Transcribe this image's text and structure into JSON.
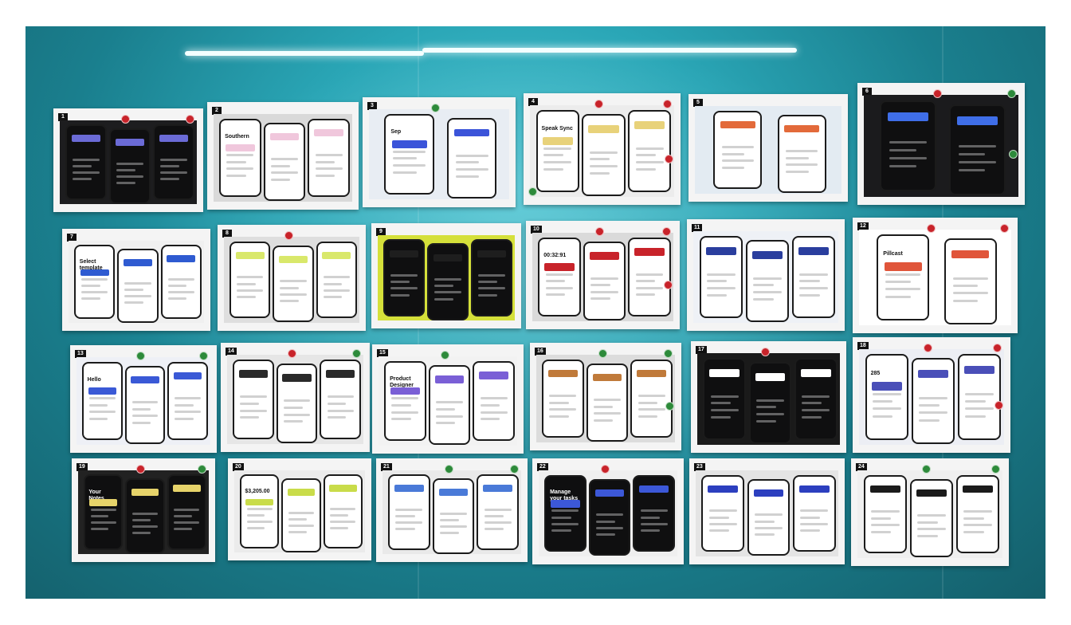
{
  "scene": {
    "wall_color": "#1f8a99",
    "accent_red": "#c8232a",
    "accent_green": "#2d8a3a"
  },
  "sheets": [
    {
      "num": "1",
      "theme": "dark",
      "bg": "#1d1d1f",
      "accent": "#6b6bd6",
      "phones": 3,
      "title": "",
      "red": 2,
      "green": 0
    },
    {
      "num": "2",
      "theme": "light",
      "bg": "#d9d9d9",
      "accent": "#f0c7dc",
      "phones": 3,
      "title": "Southern",
      "red": 0,
      "green": 0
    },
    {
      "num": "3",
      "theme": "light",
      "bg": "#e8edf3",
      "accent": "#3b54d9",
      "phones": 2,
      "title": "Sep",
      "red": 0,
      "green": 1
    },
    {
      "num": "4",
      "theme": "light",
      "bg": "#ececec",
      "accent": "#e8d27a",
      "phones": 3,
      "title": "Speak Sync",
      "red": 3,
      "green": 1
    },
    {
      "num": "5",
      "theme": "light",
      "bg": "#e3ebf2",
      "accent": "#e36a3a",
      "phones": 2,
      "title": "",
      "red": 0,
      "green": 0
    },
    {
      "num": "6",
      "theme": "dark",
      "bg": "#1b1b1d",
      "accent": "#3f6ee8",
      "phones": 2,
      "title": "",
      "red": 1,
      "green": 2
    },
    {
      "num": "7",
      "theme": "light",
      "bg": "#f0f0f0",
      "accent": "#2f5bd1",
      "phones": 3,
      "title": "Select template",
      "red": 0,
      "green": 0
    },
    {
      "num": "8",
      "theme": "light",
      "bg": "#dedede",
      "accent": "#d9e86b",
      "phones": 3,
      "title": "",
      "red": 1,
      "green": 0
    },
    {
      "num": "9",
      "theme": "dark",
      "bg": "#d5e03a",
      "accent": "#1e1e1e",
      "phones": 3,
      "title": "",
      "red": 0,
      "green": 0
    },
    {
      "num": "10",
      "theme": "light",
      "bg": "#dadada",
      "accent": "#c8232a",
      "phones": 3,
      "title": "00:32:91",
      "red": 3,
      "green": 0
    },
    {
      "num": "11",
      "theme": "light",
      "bg": "#eef1f6",
      "accent": "#2a3e9e",
      "phones": 3,
      "title": "",
      "red": 0,
      "green": 0
    },
    {
      "num": "12",
      "theme": "light",
      "bg": "#ffffff",
      "accent": "#e0553a",
      "phones": 2,
      "title": "Pillcast",
      "red": 2,
      "green": 0
    },
    {
      "num": "13",
      "theme": "light",
      "bg": "#eef0f6",
      "accent": "#3a59d6",
      "phones": 3,
      "title": "Hello",
      "red": 0,
      "green": 2
    },
    {
      "num": "14",
      "theme": "light",
      "bg": "#e6e6e6",
      "accent": "#2a2a2a",
      "phones": 3,
      "title": "",
      "red": 1,
      "green": 1
    },
    {
      "num": "15",
      "theme": "light",
      "bg": "#f2f2f2",
      "accent": "#7a5fd6",
      "phones": 3,
      "title": "Product Designer",
      "red": 0,
      "green": 1
    },
    {
      "num": "16",
      "theme": "light",
      "bg": "#dcdcdc",
      "accent": "#c07a3a",
      "phones": 3,
      "title": "",
      "red": 0,
      "green": 3
    },
    {
      "num": "17",
      "theme": "dark",
      "bg": "#1a1a1a",
      "accent": "#ffffff",
      "phones": 3,
      "title": "",
      "red": 1,
      "green": 0
    },
    {
      "num": "18",
      "theme": "light",
      "bg": "#eceef4",
      "accent": "#4a4fb8",
      "phones": 3,
      "title": "285",
      "red": 3,
      "green": 0
    },
    {
      "num": "19",
      "theme": "dark",
      "bg": "#222222",
      "accent": "#e6d36a",
      "phones": 3,
      "title": "Your Notes",
      "red": 1,
      "green": 1
    },
    {
      "num": "20",
      "theme": "light",
      "bg": "#ebebeb",
      "accent": "#c9dc4a",
      "phones": 3,
      "title": "$3,205.00",
      "red": 0,
      "green": 0
    },
    {
      "num": "21",
      "theme": "light",
      "bg": "#e9e9e9",
      "accent": "#4a7ad8",
      "phones": 3,
      "title": "",
      "red": 0,
      "green": 2
    },
    {
      "num": "22",
      "theme": "dark",
      "bg": "#efefef",
      "accent": "#3c58d8",
      "phones": 3,
      "title": "Manage your tasks",
      "red": 1,
      "green": 0
    },
    {
      "num": "23",
      "theme": "light",
      "bg": "#e4e4e4",
      "accent": "#2c3fbf",
      "phones": 3,
      "title": "",
      "red": 0,
      "green": 0
    },
    {
      "num": "24",
      "theme": "light",
      "bg": "#efefef",
      "accent": "#1b1b1b",
      "phones": 3,
      "title": "",
      "red": 0,
      "green": 2
    }
  ]
}
